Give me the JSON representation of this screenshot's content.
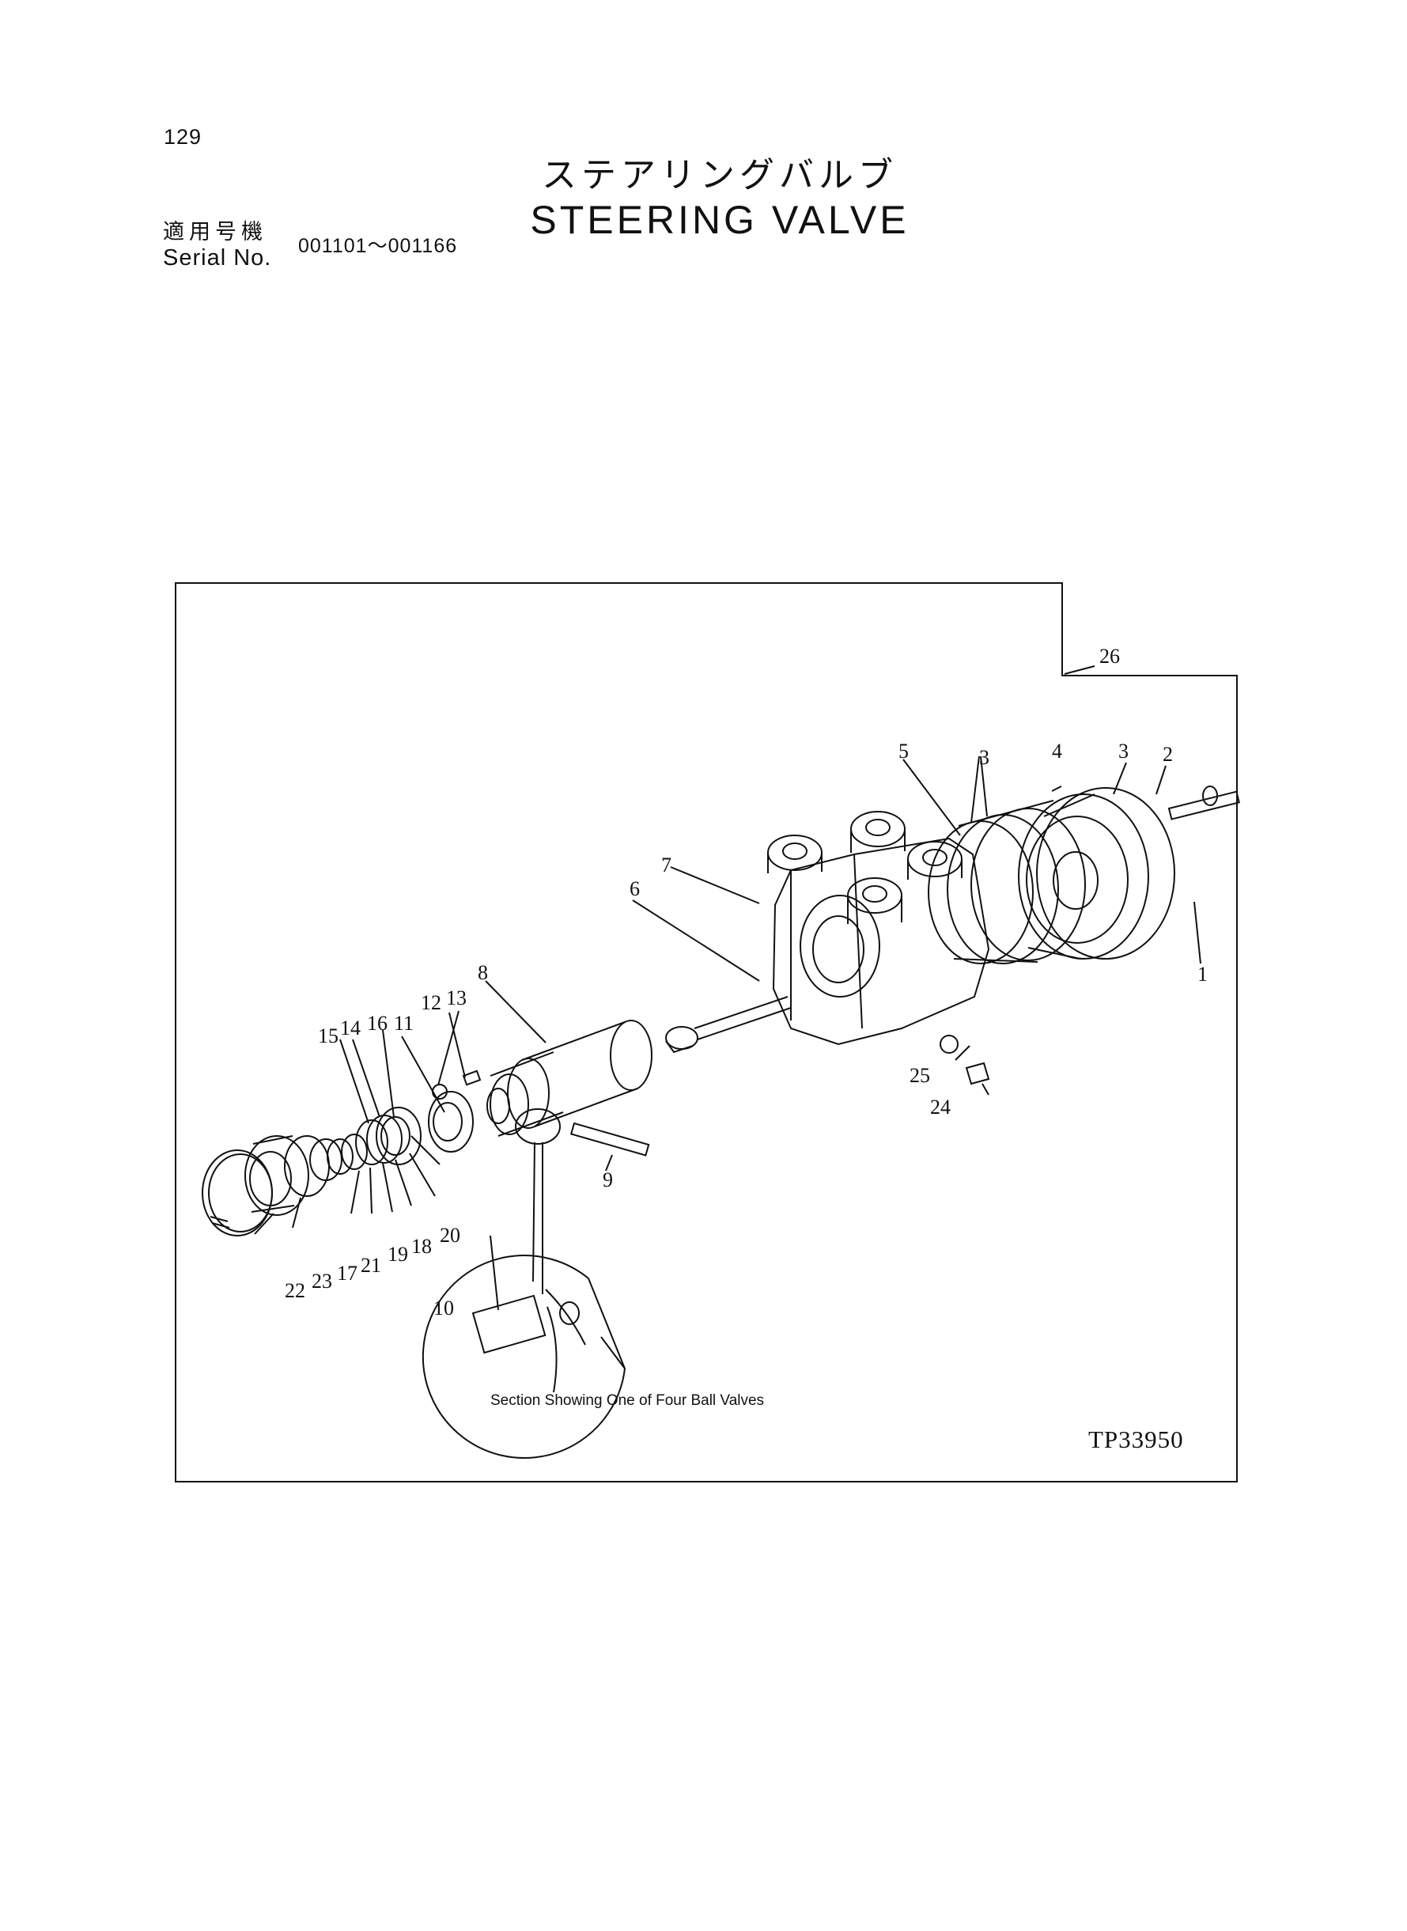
{
  "page_number": "129",
  "title": {
    "japanese": "ステアリングバルブ",
    "english": "STEERING VALVE"
  },
  "serial": {
    "label_japanese": "適用号機",
    "label_english": "Serial No.",
    "range": "001101～001166"
  },
  "diagram": {
    "drawing_id": "TP33950",
    "section_caption": "Section Showing One of Four Ball Valves",
    "callouts": {
      "c1": "1",
      "c2": "2",
      "c3a": "3",
      "c3b": "3",
      "c4": "4",
      "c5": "5",
      "c6": "6",
      "c7": "7",
      "c8": "8",
      "c9": "9",
      "c10": "10",
      "c11": "11",
      "c12": "12",
      "c13": "13",
      "c14": "14",
      "c15": "15",
      "c16": "16",
      "c17": "17",
      "c18": "18",
      "c19": "19",
      "c20": "20",
      "c21": "21",
      "c22": "22",
      "c23": "23",
      "c24": "24",
      "c25": "25",
      "c26": "26"
    }
  }
}
